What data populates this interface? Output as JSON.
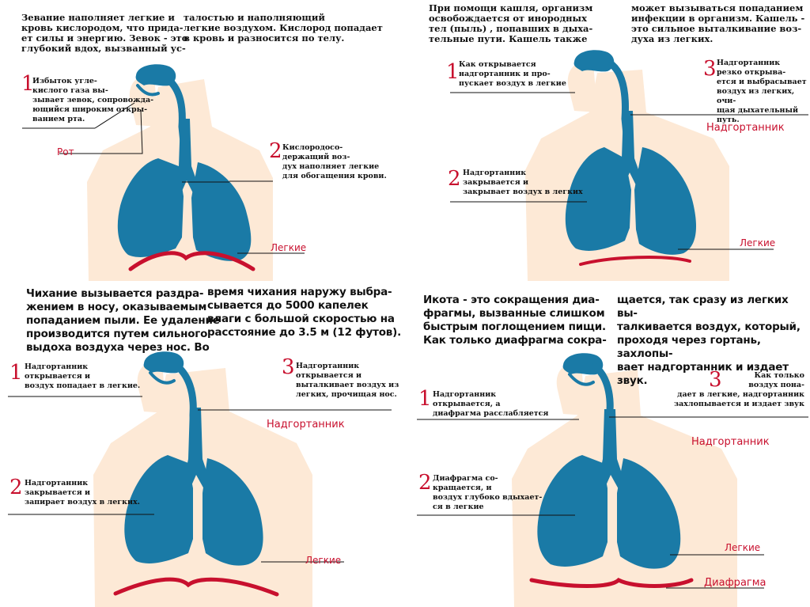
{
  "colors": {
    "lung": "#1a7aa6",
    "skin": "#fde9d6",
    "red": "#c8102e",
    "line": "#111111"
  },
  "panels": [
    {
      "intro": [
        "Зевание наполняет легкие и\nкровь кислородом, что прида-\nет силы и энергию. Зевок - это\nглубокий вдох, вызванный ус-",
        "талостью и наполняющий\nлегкие воздухом. Кислород попадает\nв кровь и разносится по телу."
      ],
      "captions": [
        {
          "num": "1",
          "text": "Избыток угле-\nкислого газа вы-\nзывает зевок, сопровожда-\nющийся широким откры-\nванием рта."
        },
        {
          "num": "2",
          "text": "Кислородосо-\nдержащий воз-\nдух наполняет легкие\nдля обогащения крови."
        }
      ],
      "labels": [
        "Рот",
        "Легкие"
      ]
    },
    {
      "intro": [
        "При помощи кашля, организм\nосвобождается от инородных\nтел (пыль) , попавших в дыха-\nтельные пути. Кашель также",
        "может вызываться попаданием\nинфекции в организм. Кашель -\nэто сильное выталкивание воз-\nдуха из легких."
      ],
      "captions": [
        {
          "num": "1",
          "text": "Как открывается\nнадгортанник и про-\nпускает воздух в легкие"
        },
        {
          "num": "2",
          "text": "Надгортанник\nзакрывается и\nзакрывает воздух в легких"
        },
        {
          "num": "3",
          "text": "Надгортанник\nрезко открыва-\nется и выбрасывает\nвоздух из легких, очи-\nщая дыхательный путь."
        }
      ],
      "labels": [
        "Надгортанник",
        "Легкие"
      ]
    },
    {
      "intro": [
        "Чихание вызывается раздра-\nжением в носу, оказываемым\nпопаданием пыли. Ее удаление\nпроизводится путем сильного\nвыдоха воздуха через нос. Во",
        "время чихания наружу выбра-\nсывается до 5000 капелек\nвлаги с большой  скоростью на\nрасстояние до 3.5 м (12 футов)."
      ],
      "captions": [
        {
          "num": "1",
          "text": "Надгортанник\nоткрывается и\nвоздух попадает в легкие."
        },
        {
          "num": "2",
          "text": "Надгортанник\nзакрывается и\nзапирает воздух в легких."
        },
        {
          "num": "3",
          "text": "Надгортанник\nоткрывается и\nвыталкивает воздух из\nлегких, прочищая нос."
        }
      ],
      "labels": [
        "Надгортанник",
        "Легкие"
      ]
    },
    {
      "intro": [
        "Икота - это сокращения диа-\nфрагмы, вызванные слишком\nбыстрым поглощением пищи.\nКак только диафрагма сокра-",
        "щается, так сразу из легких вы-\nталкивается воздух, который,\nпроходя через гортань, захлопы-\nвает надгортанник и издает звук."
      ],
      "captions": [
        {
          "num": "1",
          "text": "Надгортанник\nоткрывается, а\nдиафрагма расслабляется"
        },
        {
          "num": "2",
          "text": "Диафрагма со-\nкращается, и\nвоздух глубоко вдыхает-\nся в легкие"
        },
        {
          "num": "3",
          "text": "Как только\nвоздух пона-\nдает в легкие, надгортанник\nзахлопывается и издает звук"
        }
      ],
      "labels": [
        "Надгортанник",
        "Легкие",
        "Диафрагма"
      ]
    }
  ]
}
